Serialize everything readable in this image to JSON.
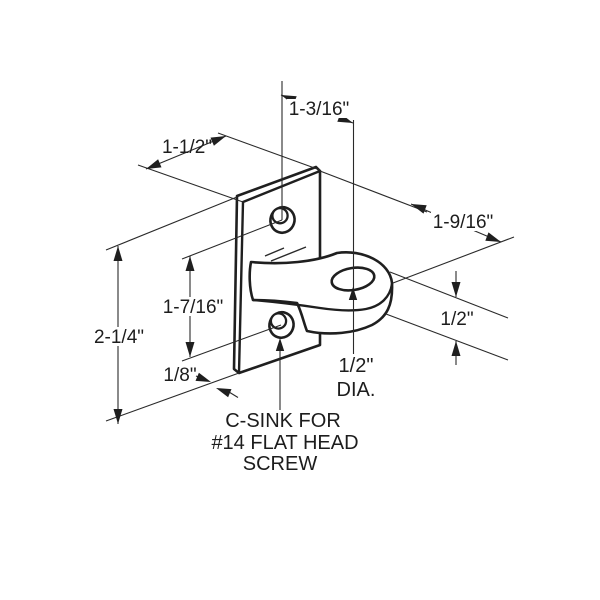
{
  "diagram": {
    "background": "#ffffff",
    "line_color": "#1f1f1f",
    "part": "wall-bracket-isometric",
    "dimensions": {
      "hole_offset": "1-3/16\"",
      "plate_width": "1-1/2\"",
      "lug_reach": "1-9/16\"",
      "hole_spacing": "1-7/16\"",
      "plate_height": "2-1/4\"",
      "plate_thickness": "1/8\"",
      "lug_thickness": "1/2\"",
      "hole_diameter": "1/2\"",
      "hole_diameter_suffix": "DIA."
    },
    "note": {
      "line1": "C-SINK FOR",
      "line2": "#14 FLAT HEAD",
      "line3": "SCREW"
    }
  }
}
